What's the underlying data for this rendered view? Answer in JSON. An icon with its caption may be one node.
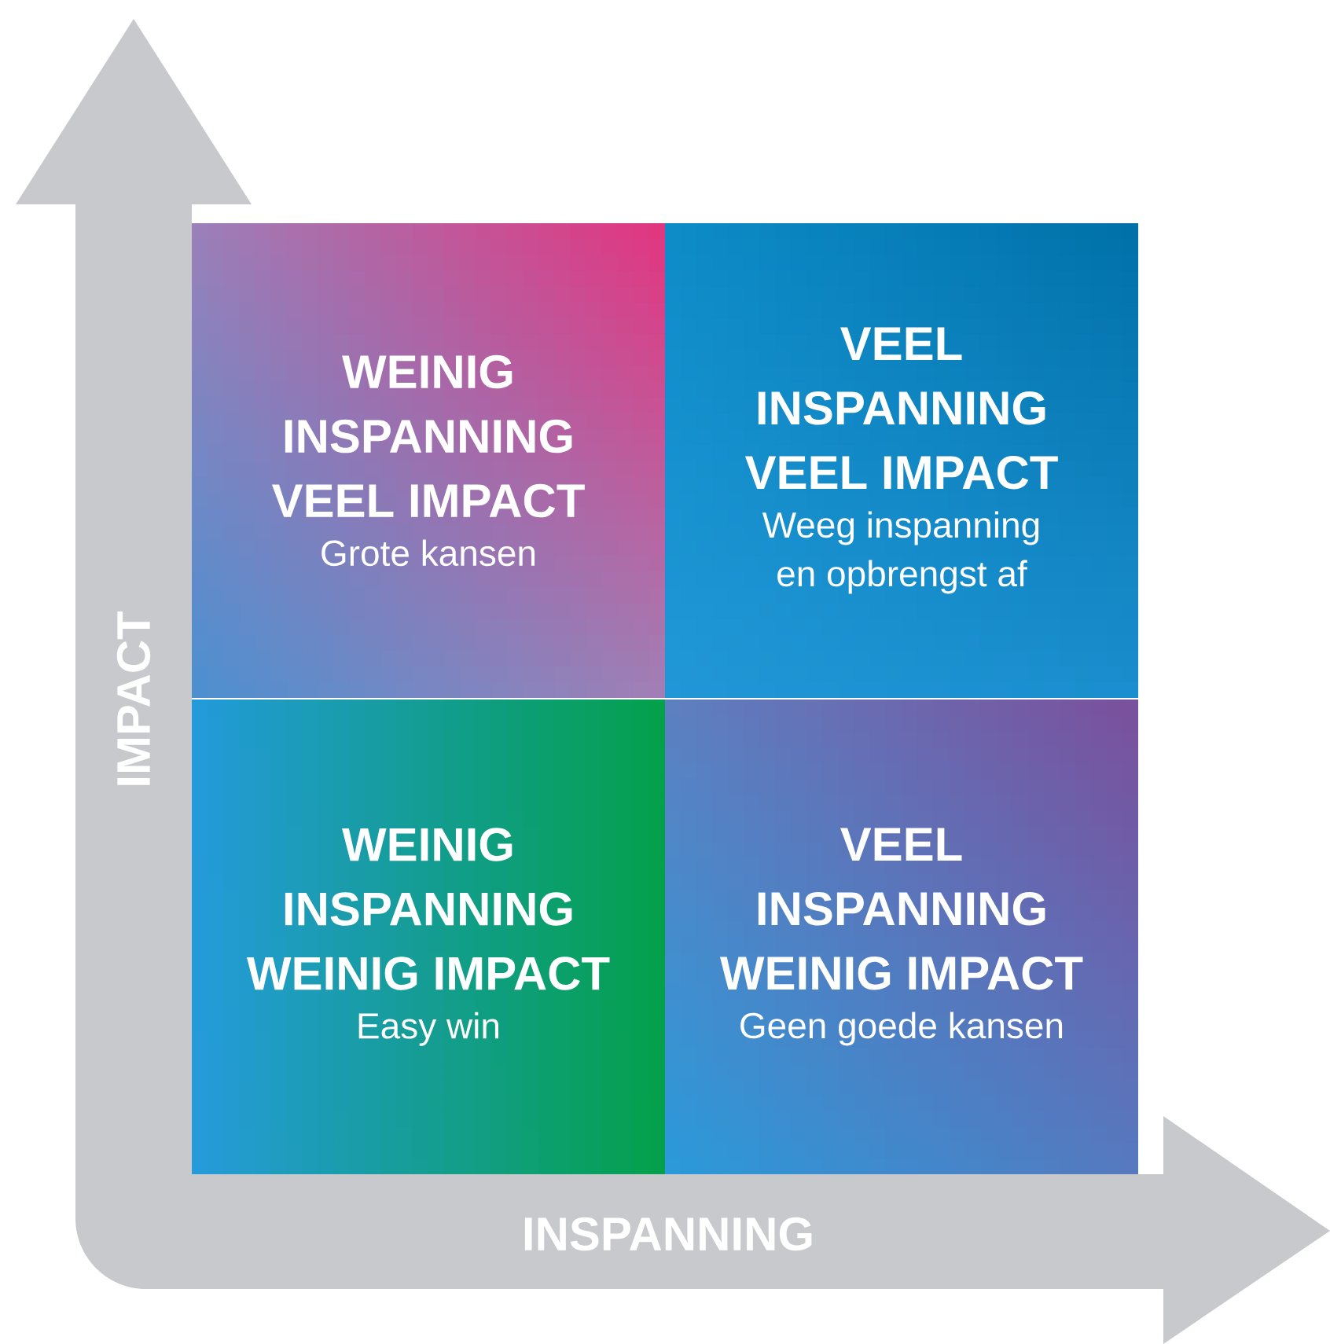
{
  "diagram": {
    "nodes": [
      {
        "text": [
          "WEINIG INSPANNING VEEL IMPACT",
          "Grote kansen"
        ]
      },
      {
        "text": [
          "VEEL INSPANNING VEEL IMPACT",
          "Weeg inspanning en opbrengst af"
        ]
      },
      {
        "text": [
          "WEINIG INSPANNING WEINIG IMPACT",
          "Easy win"
        ]
      },
      {
        "text": [
          "VEEL INSPANNING WEINIG IMPACT",
          "Geen goede kansen"
        ]
      }
    ],
    "labels": [
      "IMPACT",
      "INSPANNING"
    ]
  }
}
